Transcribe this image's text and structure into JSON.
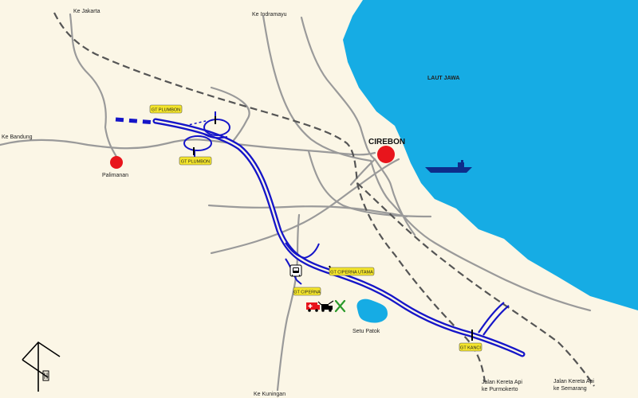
{
  "labels": {
    "ke_jakarta": "Ke Jakarta",
    "ke_indramayu": "Ke Indramayu",
    "ke_bandung": "Ke Bandung",
    "ke_kuningan": "Ke Kuningan",
    "laut_jawa": "LAUT JAWA",
    "cirebon": "CIREBON",
    "palimanan": "Palimanan",
    "setu_patok": "Setu Patok",
    "rail_purwokerto_1": "Jalan Kereta Api",
    "rail_purwokerto_2": "ke Purmokerto",
    "rail_semarang_1": "Jalan Kereta Api",
    "rail_semarang_2": "ke Semarang"
  },
  "toll_gates": {
    "gt_plumbon_north": "GT PLUMBON",
    "gt_plumbon_south": "GT PLUMBON",
    "gt_ciperna_utama": "GT CIPERNA UTAMA",
    "gt_ciperna": "GT CIPERNA",
    "gt_kanci": "GT KANCI"
  },
  "icons": {
    "compass": "north-arrow-icon",
    "ship": "ship-icon",
    "train": "train-station-icon",
    "ambulance": "ambulance-icon",
    "tow_truck": "tow-truck-icon",
    "tools": "repair-tools-icon",
    "city_marker": "city-marker-icon"
  },
  "colors": {
    "land": "#fbf6e6",
    "sea": "#16ace4",
    "toll_road": "#1515c8",
    "local_road": "#9a9a9a",
    "railway": "#555555",
    "city": "#e8151c",
    "gate_label": "#f4e52a"
  }
}
